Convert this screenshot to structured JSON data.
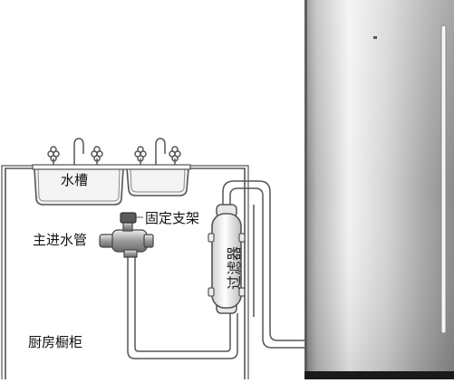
{
  "labels": {
    "sink": "水槽",
    "mounting_bracket": "固定支架",
    "main_water_pipe": "主进水管",
    "filter": "过滤器",
    "kitchen_cabinet": "厨房橱柜"
  },
  "colors": {
    "line": "#555555",
    "fridge_light": "#e6e6e6",
    "fridge_dark": "#8c8c8c",
    "background": "#ffffff"
  }
}
